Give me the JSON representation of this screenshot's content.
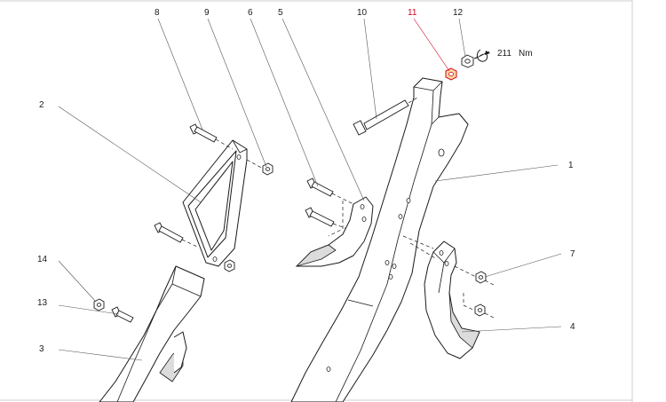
{
  "callouts": [
    {
      "id": "1",
      "label": "1",
      "highlighted": false
    },
    {
      "id": "2",
      "label": "2",
      "highlighted": false
    },
    {
      "id": "3",
      "label": "3",
      "highlighted": false
    },
    {
      "id": "4",
      "label": "4",
      "highlighted": false
    },
    {
      "id": "5",
      "label": "5",
      "highlighted": false
    },
    {
      "id": "6",
      "label": "6",
      "highlighted": false
    },
    {
      "id": "7",
      "label": "7",
      "highlighted": false
    },
    {
      "id": "8",
      "label": "8",
      "highlighted": false
    },
    {
      "id": "9",
      "label": "9",
      "highlighted": false
    },
    {
      "id": "10",
      "label": "10",
      "highlighted": false
    },
    {
      "id": "11",
      "label": "11",
      "highlighted": true
    },
    {
      "id": "12",
      "label": "12",
      "highlighted": false
    },
    {
      "id": "13",
      "label": "13",
      "highlighted": false
    },
    {
      "id": "14",
      "label": "14",
      "highlighted": false
    }
  ],
  "torque": {
    "value": "211",
    "unit": "Nm"
  },
  "colors": {
    "highlight": "#d0021b",
    "highlight_fill": "#ffd6a0",
    "line": "#1a1a1a"
  },
  "icons": {
    "torque": "torque-arrow-icon"
  }
}
